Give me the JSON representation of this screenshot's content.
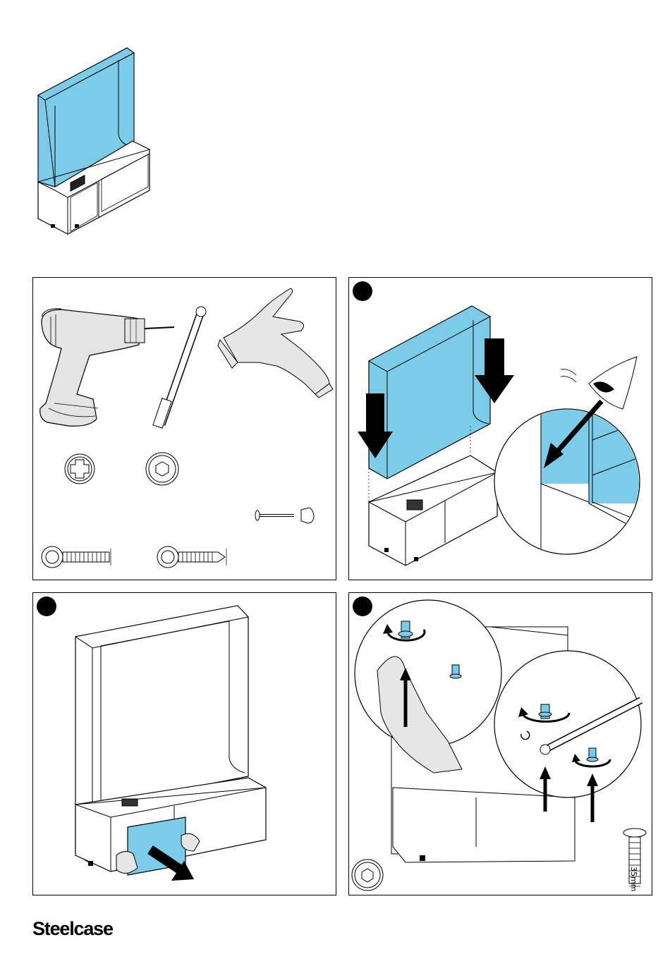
{
  "brand": {
    "logo_text": "Steelcase"
  },
  "colors": {
    "accent_blue": "#7ccbe9",
    "line": "#000000",
    "glove": "#e6e6e6"
  },
  "panels": {
    "tools": {
      "name": "tools-and-parts"
    },
    "step1": {
      "name": "step-1-place-back-panel"
    },
    "step2": {
      "name": "step-2-remove-front-panel"
    },
    "step3": {
      "name": "step-3-fasten-screws"
    }
  },
  "parts": {
    "screw_length_label": "35mm"
  }
}
